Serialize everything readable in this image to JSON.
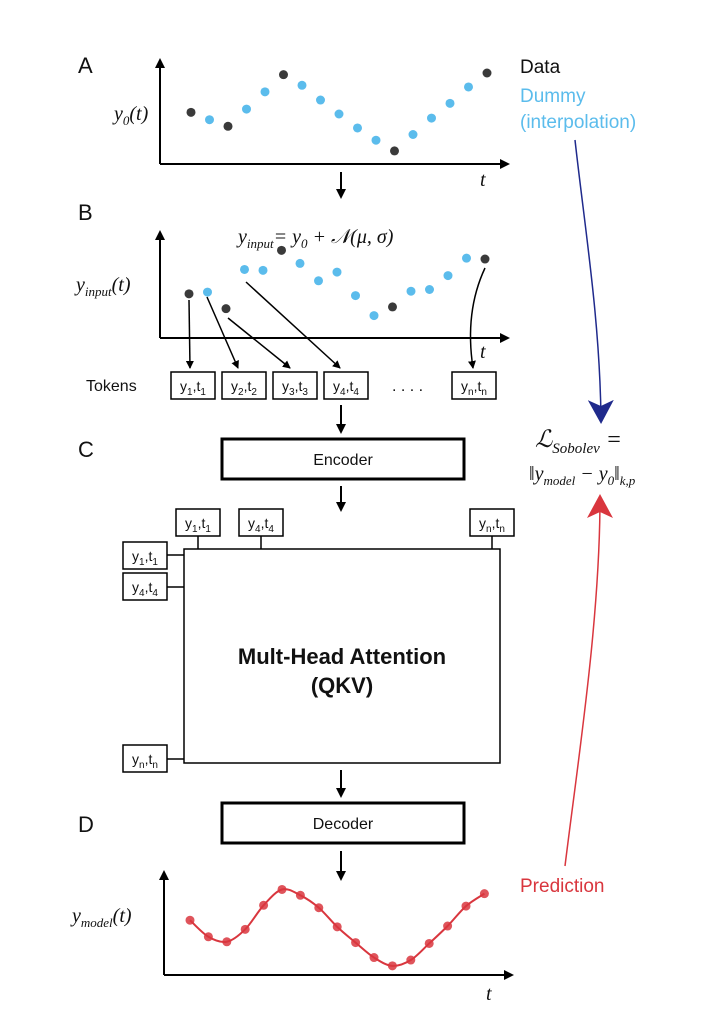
{
  "panels": {
    "a": "A",
    "b": "B",
    "c": "C",
    "d": "D"
  },
  "colors": {
    "data": "#3a3a3a",
    "dummy": "#5bbcec",
    "prediction": "#d9363e",
    "arrow_blue": "#1f2a8c",
    "arrow_red": "#d9363e"
  },
  "legend": {
    "data": "Data",
    "dummy_line1": "Dummy",
    "dummy_line2": "(interpolation)",
    "prediction": "Prediction"
  },
  "panel_a": {
    "ylabel_base": "y",
    "ylabel_sub": "0",
    "ylabel_arg": "(t)",
    "xlabel": "t",
    "points": [
      {
        "t": 1,
        "y": 0.52,
        "kind": "data"
      },
      {
        "t": 2,
        "y": 0.43,
        "kind": "dummy"
      },
      {
        "t": 3,
        "y": 0.35,
        "kind": "data"
      },
      {
        "t": 4,
        "y": 0.56,
        "kind": "dummy"
      },
      {
        "t": 5,
        "y": 0.77,
        "kind": "dummy"
      },
      {
        "t": 6,
        "y": 0.98,
        "kind": "data"
      },
      {
        "t": 7,
        "y": 0.85,
        "kind": "dummy"
      },
      {
        "t": 8,
        "y": 0.67,
        "kind": "dummy"
      },
      {
        "t": 9,
        "y": 0.5,
        "kind": "dummy"
      },
      {
        "t": 10,
        "y": 0.33,
        "kind": "dummy"
      },
      {
        "t": 11,
        "y": 0.18,
        "kind": "dummy"
      },
      {
        "t": 12,
        "y": 0.05,
        "kind": "data"
      },
      {
        "t": 13,
        "y": 0.25,
        "kind": "dummy"
      },
      {
        "t": 14,
        "y": 0.45,
        "kind": "dummy"
      },
      {
        "t": 15,
        "y": 0.63,
        "kind": "dummy"
      },
      {
        "t": 16,
        "y": 0.83,
        "kind": "dummy"
      },
      {
        "t": 17,
        "y": 1.0,
        "kind": "data"
      }
    ]
  },
  "panel_b": {
    "equation_lhs_base": "y",
    "equation_lhs_sub": "input",
    "equation_rhs": "= y",
    "equation_rhs_sub": "0",
    "equation_noise": " + 𝒩(μ, σ)",
    "ylabel_base": "y",
    "ylabel_sub": "input",
    "ylabel_arg": "(t)",
    "xlabel": "t",
    "points": [
      {
        "t": 1,
        "y": 0.45,
        "kind": "data"
      },
      {
        "t": 2,
        "y": 0.47,
        "kind": "dummy"
      },
      {
        "t": 3,
        "y": 0.28,
        "kind": "data"
      },
      {
        "t": 4,
        "y": 0.73,
        "kind": "dummy"
      },
      {
        "t": 5,
        "y": 0.72,
        "kind": "dummy"
      },
      {
        "t": 6,
        "y": 0.95,
        "kind": "data"
      },
      {
        "t": 7,
        "y": 0.8,
        "kind": "dummy"
      },
      {
        "t": 8,
        "y": 0.6,
        "kind": "dummy"
      },
      {
        "t": 9,
        "y": 0.7,
        "kind": "dummy"
      },
      {
        "t": 10,
        "y": 0.43,
        "kind": "dummy"
      },
      {
        "t": 11,
        "y": 0.2,
        "kind": "dummy"
      },
      {
        "t": 12,
        "y": 0.3,
        "kind": "data"
      },
      {
        "t": 13,
        "y": 0.48,
        "kind": "dummy"
      },
      {
        "t": 14,
        "y": 0.5,
        "kind": "dummy"
      },
      {
        "t": 15,
        "y": 0.66,
        "kind": "dummy"
      },
      {
        "t": 16,
        "y": 0.86,
        "kind": "dummy"
      },
      {
        "t": 17,
        "y": 0.85,
        "kind": "data"
      }
    ]
  },
  "tokens": {
    "label": "Tokens",
    "ellipsis": ". . . .",
    "items": [
      {
        "y": "y",
        "i": "1",
        "t": "t"
      },
      {
        "y": "y",
        "i": "2",
        "t": "t"
      },
      {
        "y": "y",
        "i": "3",
        "t": "t"
      },
      {
        "y": "y",
        "i": "4",
        "t": "t"
      },
      {
        "y": "y",
        "i": "n",
        "t": "t"
      }
    ]
  },
  "encoder": {
    "label": "Encoder"
  },
  "decoder": {
    "label": "Decoder"
  },
  "attention": {
    "title_line1": "Mult-Head Attention",
    "title_line2": "(QKV)",
    "top_tokens": [
      {
        "y": "y",
        "i": "1",
        "t": "t"
      },
      {
        "y": "y",
        "i": "4",
        "t": "t"
      },
      {
        "y": "y",
        "i": "n",
        "t": "t"
      }
    ],
    "left_tokens": [
      {
        "y": "y",
        "i": "1",
        "t": "t"
      },
      {
        "y": "y",
        "i": "4",
        "t": "t"
      },
      {
        "y": "y",
        "i": "n",
        "t": "t"
      }
    ]
  },
  "loss": {
    "lhs_base": "ℒ",
    "lhs_sub": "Sobolev",
    "lhs_eq": " =",
    "rhs_open": "‖y",
    "rhs_sub1": "model",
    "rhs_mid": " − y",
    "rhs_sub2": "0",
    "rhs_close": "‖",
    "rhs_sub3": "k,p"
  },
  "panel_d": {
    "ylabel_base": "y",
    "ylabel_sub": "model",
    "ylabel_arg": "(t)",
    "xlabel": "t"
  },
  "chart_data": [
    {
      "type": "scatter",
      "panel": "A",
      "xlabel": "t",
      "ylabel": "y0(t)",
      "series": [
        {
          "name": "Data",
          "x": [
            1,
            3,
            6,
            12,
            17
          ],
          "y": [
            0.52,
            0.35,
            0.98,
            0.05,
            1.0
          ]
        },
        {
          "name": "Dummy (interpolation)",
          "x": [
            2,
            4,
            5,
            7,
            8,
            9,
            10,
            11,
            13,
            14,
            15,
            16
          ],
          "y": [
            0.43,
            0.56,
            0.77,
            0.85,
            0.67,
            0.5,
            0.33,
            0.18,
            0.25,
            0.45,
            0.63,
            0.83
          ]
        }
      ]
    },
    {
      "type": "scatter",
      "panel": "B",
      "xlabel": "t",
      "ylabel": "y_input(t)"
    },
    {
      "type": "line",
      "panel": "D",
      "xlabel": "t",
      "ylabel": "y_model(t)",
      "series": [
        {
          "name": "Prediction",
          "x": [
            1,
            2,
            3,
            4,
            5,
            6,
            7,
            8,
            9,
            10,
            11,
            12,
            13,
            14,
            15,
            16,
            17
          ],
          "y": [
            0.6,
            0.4,
            0.34,
            0.49,
            0.78,
            0.97,
            0.9,
            0.75,
            0.52,
            0.33,
            0.15,
            0.05,
            0.12,
            0.32,
            0.53,
            0.77,
            0.92
          ]
        }
      ]
    }
  ]
}
